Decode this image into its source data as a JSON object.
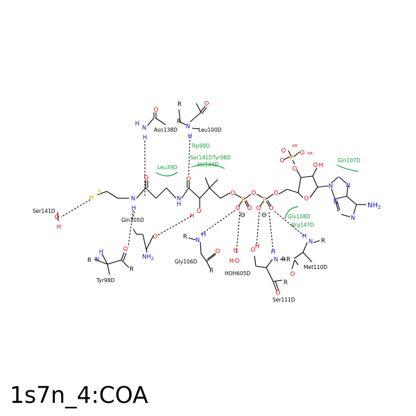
{
  "title": "1s7n_4:COA",
  "colors": {
    "carbon": "#000000",
    "oxygen": "#e00000",
    "nitrogen": "#1010c8",
    "sulfur": "#c8a000",
    "phosphorus": "#d06000",
    "contact": "#1a9a3c"
  },
  "hbond_residues": {
    "asn138d": "Asn138D",
    "leu100d": "Leu100D",
    "ser141d": "Ser141D",
    "gln105d": "Gln105D",
    "tyr98d": "Tyr98D",
    "gly106d": "Gly106D",
    "hoh605d": "HOH605D",
    "ser111d": "Ser111D",
    "met110d": "Met110D"
  },
  "contact_residues": {
    "trp99d": "Trp99D",
    "ser141_tyr98": "Ser141DTyr98D",
    "val144d": "Val144D",
    "leu39d": "Leu39D",
    "gly108d": "Gly108D",
    "arg147d": "Arg147D",
    "gln107d": "Gln107D"
  },
  "atoms": {
    "O": "O",
    "N": "N",
    "H": "H",
    "S": "S",
    "P": "P",
    "R": "R",
    "NH2": "NH",
    "two": "2",
    "minus": "⊖",
    "charge_a": "-66",
    "charge_b": "-66"
  }
}
